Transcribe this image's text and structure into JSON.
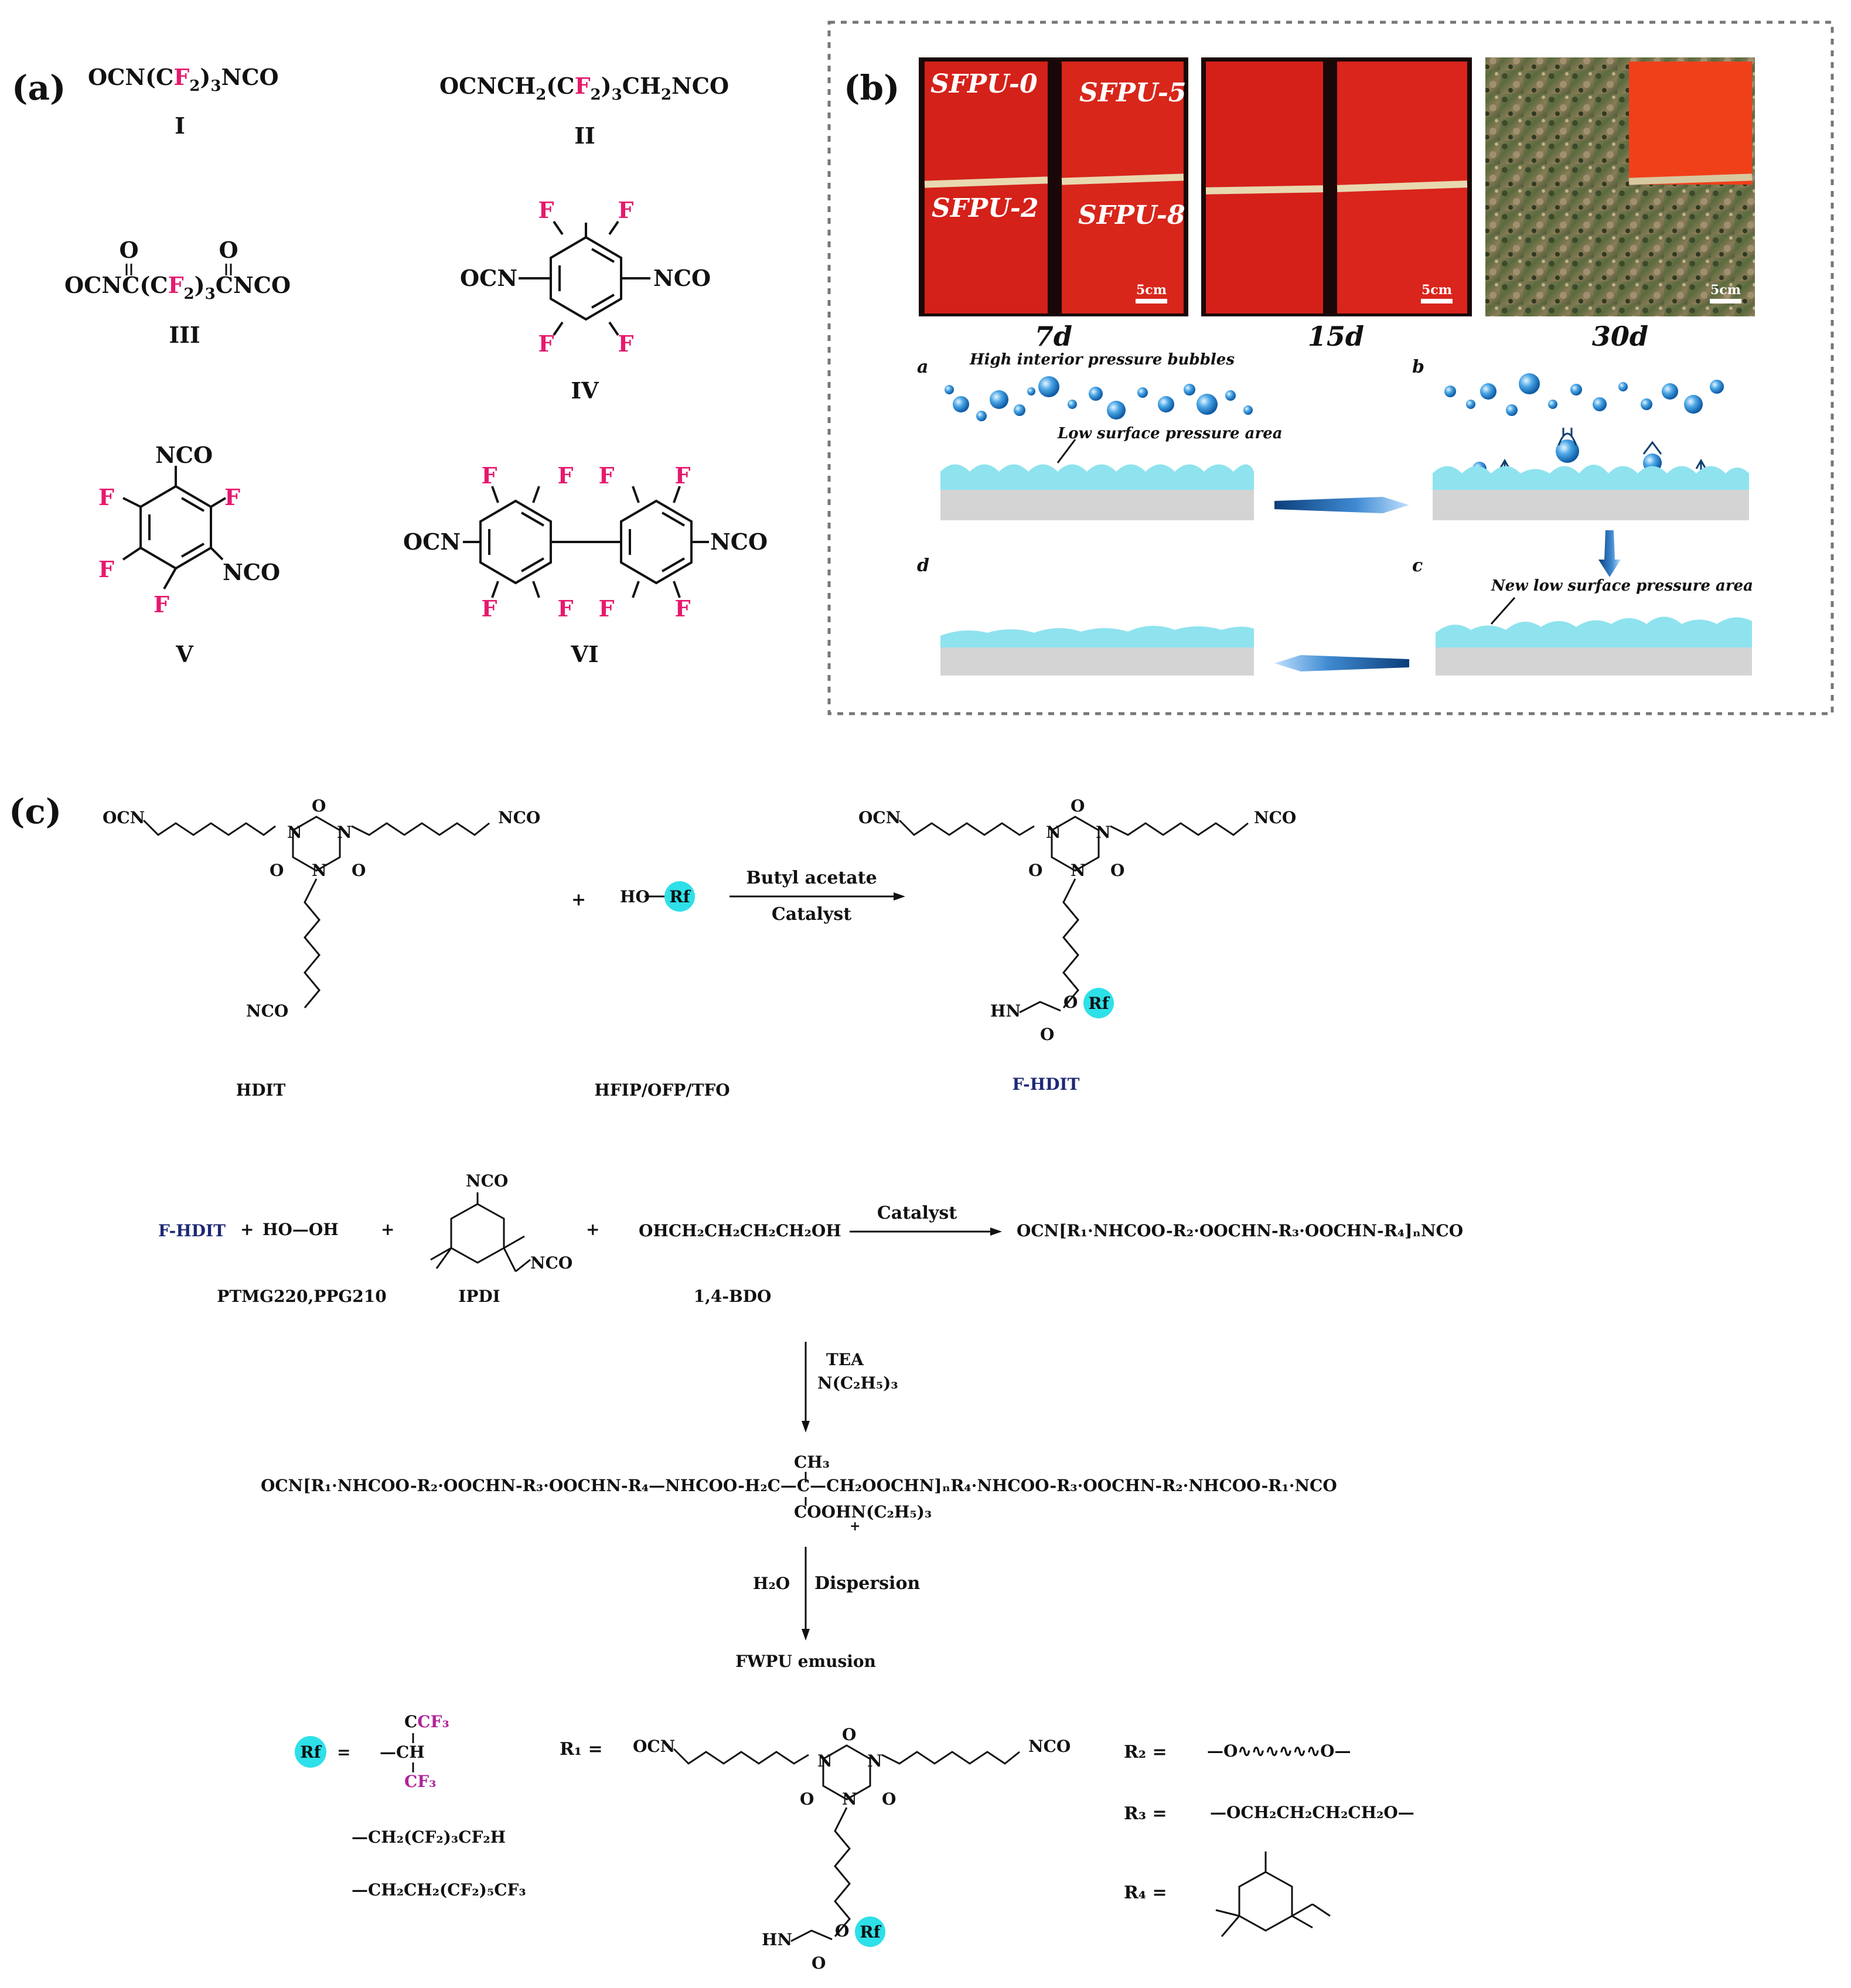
{
  "panel_a": {
    "label": "(a)",
    "c1": {
      "formula_a": "OCN(C",
      "f": "F",
      "formula_b": "2",
      "formula_c": ")",
      "formula_d": "3",
      "formula_e": "NCO",
      "numeral": "I"
    },
    "c2": {
      "formula_a": "OCNCH",
      "formula_b": "2",
      "formula_c": "(C",
      "f": "F",
      "formula_d": "2",
      "formula_e": ")",
      "formula_f": "3",
      "formula_g": "CH",
      "formula_h": "2",
      "formula_i": "NCO",
      "numeral": "II"
    },
    "c3": {
      "o1": "O",
      "o2": "O",
      "formula_a": "OCNC(C",
      "f": "F",
      "formula_b": "2",
      "formula_c": ")",
      "formula_d": "3",
      "formula_e": "CNCO",
      "numeral": "III"
    },
    "c4": {
      "left": "OCN",
      "right": "NCO",
      "f": "F",
      "numeral": "IV"
    },
    "c5": {
      "top": "NCO",
      "right": "NCO",
      "f": "F",
      "numeral": "V"
    },
    "c6": {
      "left": "OCN",
      "right": "NCO",
      "f": "F",
      "numeral": "VI"
    }
  },
  "panel_b": {
    "label": "(b)",
    "photos": [
      {
        "day": "7d",
        "scale": "5cm",
        "tags": [
          "SFPU-0",
          "SFPU-5",
          "SFPU-2",
          "SFPU-8"
        ]
      },
      {
        "day": "15d",
        "scale": "5cm"
      },
      {
        "day": "30d",
        "scale": "5cm"
      }
    ],
    "stages": {
      "a": "a",
      "b": "b",
      "c": "c",
      "d": "d",
      "high_pressure": "High interior pressure bubbles",
      "low_pressure": "Low surface pressure area",
      "new_low_pressure": "New low surface pressure area"
    },
    "colors": {
      "coating": "#8ee3ee",
      "substrate": "#d4d4d4",
      "photo_red": "#d8201c",
      "arrow": "#1f5fa8"
    }
  },
  "panel_c": {
    "label": "(c)",
    "ocn": "OCN",
    "nco": "NCO",
    "n": "N",
    "o": "O",
    "hn": "HN",
    "rf": "Rf",
    "plus": "+",
    "ho": "HO",
    "reagent1": "Butyl acetate",
    "catalyst": "Catalyst",
    "name_hdit": "HDIT",
    "name_alcohols": "HFIP/OFP/TFO",
    "name_fhdit": "F-HDIT",
    "row2": {
      "fhdit": "F-HDIT",
      "diol": "HO—OH",
      "diol_name": "PTMG220,PPG210",
      "ipdi": "IPDI",
      "bdo": "OHCH₂CH₂CH₂CH₂OH",
      "bdo_name": "1,4-BDO",
      "prepolymer": "OCN[R₁·NHCOO-R₂·OOCHN-R₃·OOCHN-R₄]ₙNCO"
    },
    "step_tea": "TEA",
    "step_tea_formula": "N(C₂H₅)₃",
    "ch3": "CH₃",
    "long_chain": "OCN[R₁·NHCOO-R₂·OOCHN-R₃·OOCHN-R₄—NHCOO-H₂C—C—CH₂OOCHN]ₙR₄·NHCOO-R₃·OOCHN-R₂·NHCOO-R₁·NCO",
    "cooh": "COOHN(C₂H₅)₃",
    "plus_charge": "+",
    "step_water": "H₂O",
    "step_dispersion": "Dispersion",
    "product": "FWPU emusion",
    "rf_def": {
      "eq": "=",
      "cf3": "CF₃",
      "ch": "—CH",
      "opt2": "—CH₂(CF₂)₃CF₂H",
      "opt3": "—CH₂CH₂(CF₂)₅CF₃"
    },
    "r1": "R₁  =",
    "r2": "R₂ =",
    "r2_val": "—O∿∿∿∿∿∿O—",
    "r3": "R₃ =",
    "r3_val": "—OCH₂CH₂CH₂CH₂O—",
    "r4": "R₄ ="
  }
}
